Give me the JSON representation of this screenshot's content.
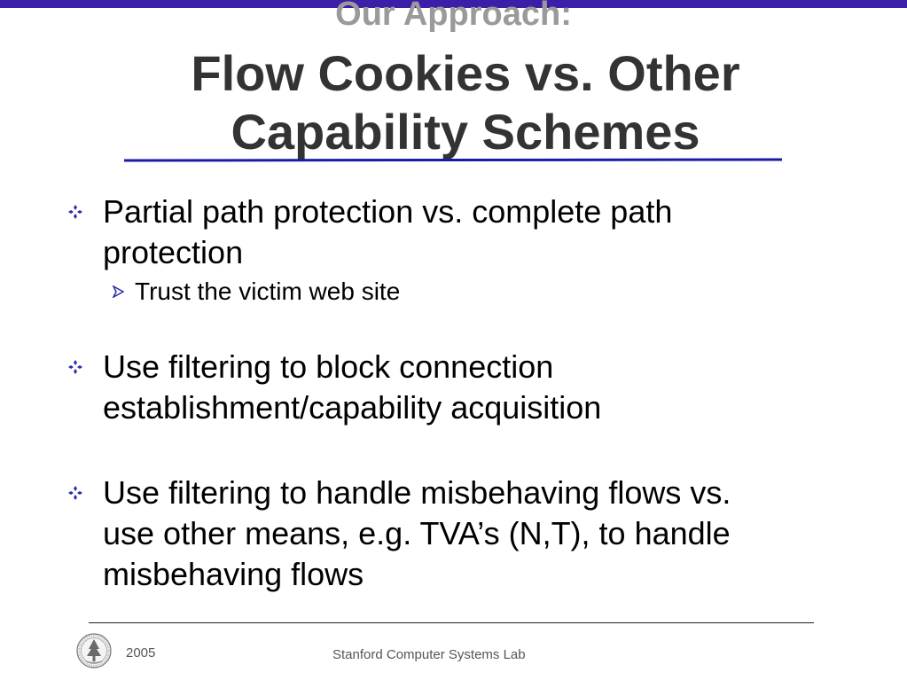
{
  "header": {
    "supertitle": "Our Approach:",
    "title_line1": "Flow Cookies vs. Other",
    "title_line2": "Capability Schemes"
  },
  "bullets": [
    {
      "text_line1": "Partial path protection vs. complete path",
      "text_line2": "protection",
      "sub": [
        "Trust the victim web site"
      ]
    },
    {
      "text_line1": "Use filtering to block connection",
      "text_line2": "establishment/capability acquisition"
    },
    {
      "text_line1": "Use filtering to handle misbehaving flows vs.",
      "text_line2": "use other means, e.g. TVA’s (N,T), to handle",
      "text_line3": "misbehaving flows"
    }
  ],
  "footer": {
    "year": "2005",
    "lab": "Stanford Computer Systems Lab",
    "seal_icon": "stanford-seal-icon"
  },
  "colors": {
    "accent": "#3b1fa8",
    "underline": "#1a1aa6",
    "title": "#333333",
    "supertitle": "#9a9a9a"
  }
}
